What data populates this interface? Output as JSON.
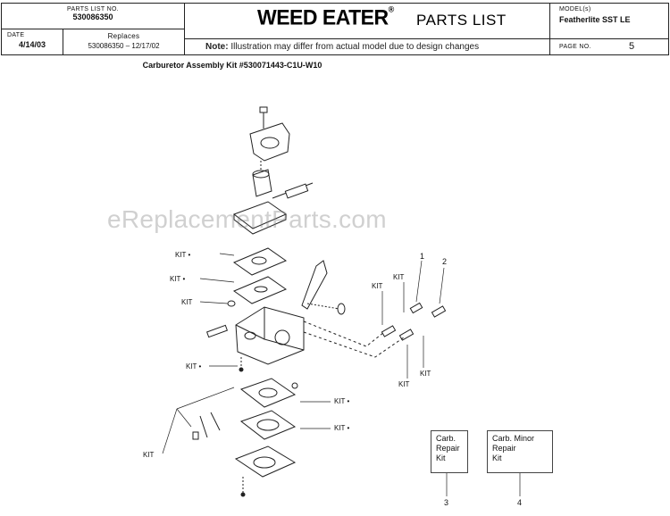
{
  "header": {
    "parts_list_no_label": "PARTS LIST NO.",
    "parts_list_no": "530086350",
    "date_label": "DATE",
    "date": "4/14/03",
    "replaces_label": "Replaces",
    "replaces": "530086350 – 12/17/02",
    "brand": "WEED EATER",
    "brand_mark": "®",
    "doc_type": "PARTS LIST",
    "note_label": "Note:",
    "note": "Illustration may differ from actual model due to design changes",
    "model_label": "MODEL(s)",
    "model": "Featherlite SST LE",
    "page_label": "PAGE   NO.",
    "page_no": "5"
  },
  "subtitle": "Carburetor Assembly Kit #530071443-C1U-W10",
  "watermark": "eReplacementParts.com",
  "callouts": {
    "kit": "KIT",
    "kit_dot": "KIT •",
    "n1": "1",
    "n2": "2",
    "n3": "3",
    "n4": "4"
  },
  "kit_boxes": [
    {
      "lines": [
        "Carb.",
        "Repair",
        "Kit"
      ]
    },
    {
      "lines": [
        "Carb.  Minor",
        "Repair",
        "Kit"
      ]
    }
  ]
}
